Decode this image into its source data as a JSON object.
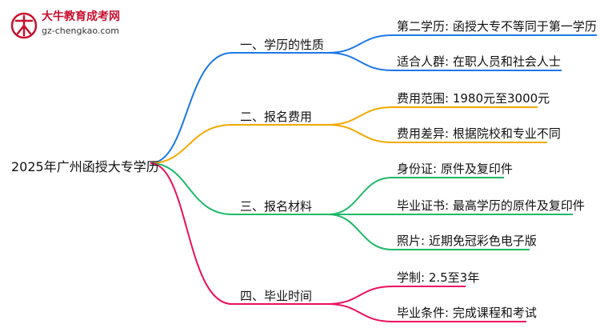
{
  "logo": {
    "name": "大牛教育成考网",
    "url": "gz-chengkao.com",
    "icon_text": "大牛",
    "color": "#c8102e"
  },
  "root": {
    "label": "2025年广州函授大专学历"
  },
  "branches": [
    {
      "label": "一、学历的性质",
      "color": "#1e78e6",
      "leaves": [
        "第二学历: 函授大专不等同于第一学历",
        "适合人群: 在职人员和社会人士"
      ]
    },
    {
      "label": "二、报名费用",
      "color": "#f2a900",
      "leaves": [
        "费用范围: 1980元至3000元",
        "费用差异: 根据院校和专业不同"
      ]
    },
    {
      "label": "三、报名材料",
      "color": "#1fb86a",
      "leaves": [
        "身份证: 原件及复印件",
        "毕业证书: 最高学历的原件及复印件",
        "照片: 近期免冠彩色电子版"
      ]
    },
    {
      "label": "四、毕业时间",
      "color": "#e8105e",
      "leaves": [
        "学制: 2.5至3年",
        "毕业条件: 完成课程和考试"
      ]
    }
  ]
}
